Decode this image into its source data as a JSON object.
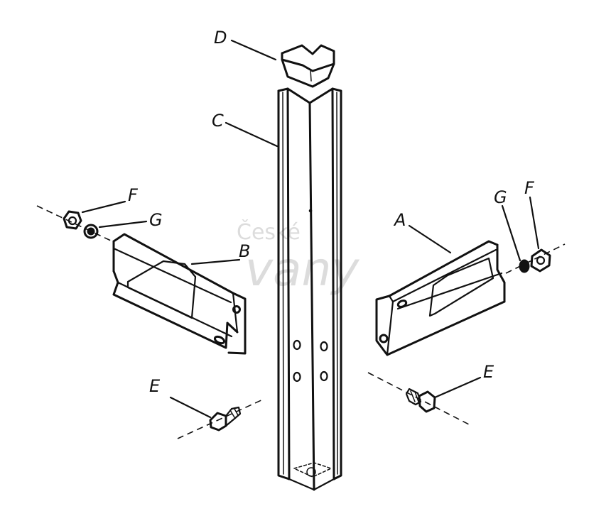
{
  "labels": {
    "a": "A",
    "b": "B",
    "c": "C",
    "d": "D",
    "e_left": "E",
    "e_right": "E",
    "f_left": "F",
    "f_right": "F",
    "g_left": "G",
    "g_right": "G"
  },
  "watermark": {
    "top": "České",
    "bottom": "vany"
  },
  "colors": {
    "ink": "#111111",
    "background": "#ffffff",
    "watermark": "#dcdcdc"
  }
}
